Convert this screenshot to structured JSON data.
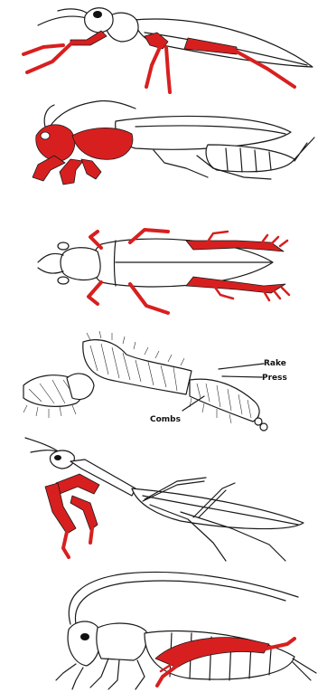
{
  "colors": {
    "highlight": "#d81f1f",
    "outline": "#1a1a1a",
    "background": "#ffffff"
  },
  "panels": [
    {
      "subject": "ground-beetle",
      "highlighted_part": "legs"
    },
    {
      "subject": "cockroach-like-insect",
      "highlighted_part": "head-and-forelegs"
    },
    {
      "subject": "water-beetle",
      "highlighted_part": "legs"
    },
    {
      "subject": "leg-closeup",
      "highlighted_part": "none"
    },
    {
      "subject": "praying-mantis",
      "highlighted_part": "forelegs"
    },
    {
      "subject": "cricket",
      "highlighted_part": "hindleg"
    }
  ],
  "leg_closeup": {
    "labels": {
      "rake": "Rake",
      "press": "Press",
      "combs": "Combs"
    }
  }
}
